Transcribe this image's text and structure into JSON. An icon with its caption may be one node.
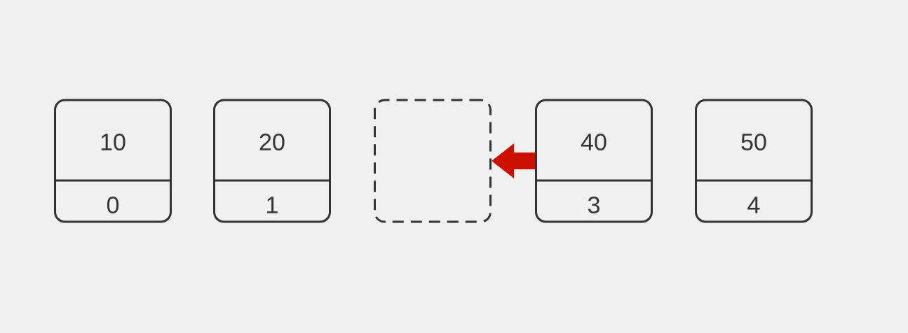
{
  "diagram": {
    "nodes": [
      {
        "text": [
          "10",
          "0"
        ]
      },
      {
        "text": [
          "20",
          "1"
        ]
      },
      {
        "text": [],
        "shape": "box"
      },
      {
        "text": [
          "40",
          "3"
        ]
      },
      {
        "text": [
          "50",
          "4"
        ]
      }
    ],
    "edges": [
      {
        "from": 3,
        "to": 2,
        "arrow": "to",
        "color": "#cc1100"
      }
    ]
  }
}
